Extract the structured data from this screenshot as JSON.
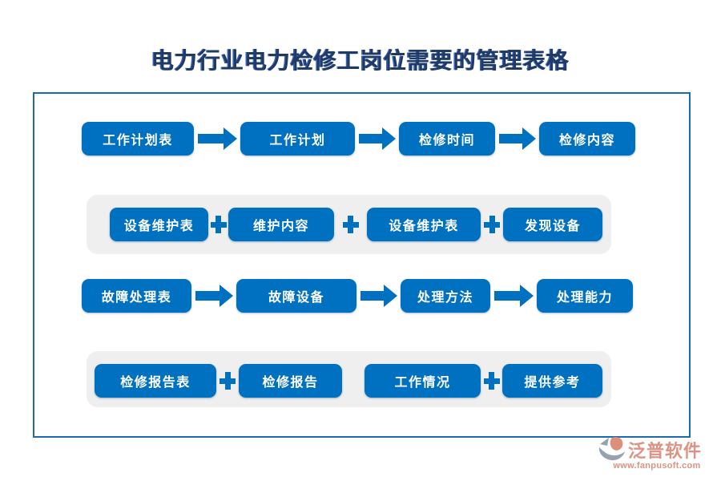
{
  "page": {
    "title": "电力行业电力检修工岗位需要的管理表格"
  },
  "colors": {
    "box_blue": "#0070c0",
    "group_gray": "#efefef",
    "frame_blue": "#1c6ab2",
    "title_navy": "#203a66",
    "brand_salmon": "#dd9383",
    "logo_gray": "#98a1b1",
    "logo_salmon": "#dd8f7c"
  },
  "rows": [
    {
      "name": "work-plan-flow",
      "connector_type": "arrow",
      "items": [
        "工作计划表",
        "工作计划",
        "检修时间",
        "检修内容"
      ],
      "connectors": [
        "arrow",
        "arrow",
        "arrow"
      ]
    },
    {
      "name": "equipment-maintenance-group",
      "connector_type": "plus",
      "items": [
        "设备维护表",
        "维护内容",
        "设备维护表",
        "发现设备"
      ],
      "connectors": [
        "plus",
        "plus",
        "plus"
      ]
    },
    {
      "name": "fault-handling-flow",
      "connector_type": "arrow",
      "items": [
        "故障处理表",
        "故障设备",
        "处理方法",
        "处理能力"
      ],
      "connectors": [
        "arrow",
        "arrow",
        "arrow"
      ]
    },
    {
      "name": "maintenance-report-group",
      "connector_type": "plus",
      "items": [
        "检修报告表",
        "检修报告",
        "工作情况",
        "提供参考"
      ],
      "connectors": [
        "plus",
        "none",
        "plus"
      ]
    }
  ],
  "footer": {
    "brand": "泛普软件",
    "website": "www.fanpusoft.com"
  }
}
